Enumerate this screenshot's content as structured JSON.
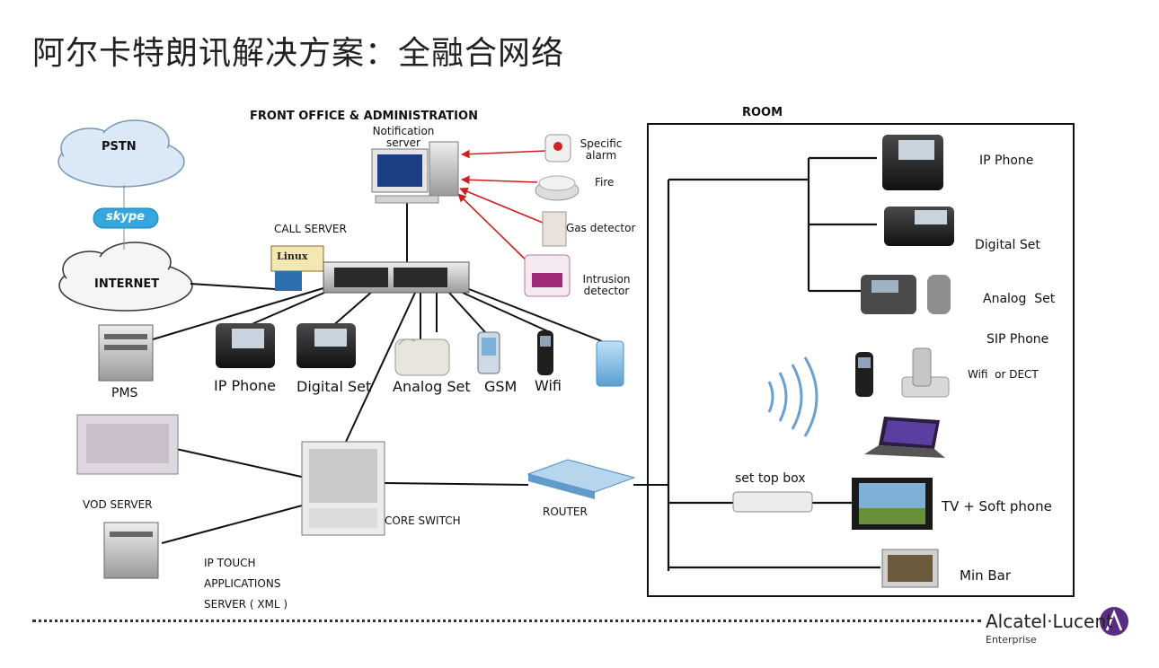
{
  "title": "阿尔卡特朗讯解决方案：全融合网络",
  "sections": {
    "front_office": "FRONT OFFICE & ADMINISTRATION",
    "room": "ROOM",
    "call_server": "CALL SERVER"
  },
  "clouds": {
    "pstn": "PSTN",
    "internet": "INTERNET",
    "skype": "skype"
  },
  "badges": {
    "linux": "Linux"
  },
  "notification": {
    "label": "Notification server"
  },
  "alarms": {
    "specific": "Specific alarm",
    "fire": "Fire",
    "gas": "Gas detector",
    "intrusion": "Intrusion detector"
  },
  "devices": {
    "pms": "PMS",
    "ip_phone": "IP Phone",
    "digital_set": "Digital Set",
    "analog_set": "Analog Set",
    "gsm": "GSM",
    "wifi": "Wifi",
    "vod_server": "VOD SERVER",
    "core_switch": "CORE SWITCH",
    "router": "ROUTER",
    "ip_touch_1": "IP TOUCH",
    "ip_touch_2": "APPLICATIONS",
    "ip_touch_3": "SERVER ( XML )"
  },
  "room_devices": {
    "ip_phone": "IP Phone",
    "digital_set": "Digital Set",
    "analog_set": "Analog  Set",
    "sip_phone": "SIP Phone",
    "wifi_dect": "Wifi  or DECT",
    "set_top_box": "set top box",
    "tv_soft_phone": "TV + Soft phone",
    "min_bar": "Min Bar"
  },
  "footer": {
    "brand": "Alcatel·Lucent",
    "brand_sub": "Enterprise"
  },
  "colors": {
    "alarm_arrow": "#cc1f1f",
    "line": "#111111",
    "cloud": "#cfe3f7",
    "brand": "#5a2d82"
  }
}
